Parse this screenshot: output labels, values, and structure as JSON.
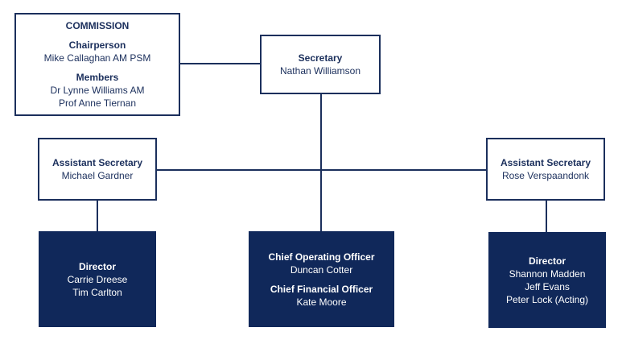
{
  "commission": {
    "heading": "COMMISSION",
    "chair_role": "Chairperson",
    "chair_name": "Mike Callaghan AM PSM",
    "members_role": "Members",
    "members": [
      "Dr Lynne Williams AM",
      "Prof Anne Tiernan"
    ]
  },
  "secretary": {
    "role": "Secretary",
    "name": "Nathan Williamson"
  },
  "assistant_secretary_left": {
    "role": "Assistant Secretary",
    "name": "Michael Gardner"
  },
  "assistant_secretary_right": {
    "role": "Assistant Secretary",
    "name": "Rose Verspaandonk"
  },
  "director_left": {
    "role": "Director",
    "names": [
      "Carrie Dreese",
      "Tim Carlton"
    ]
  },
  "director_center": {
    "coo_role": "Chief Operating Officer",
    "coo_name": "Duncan Cotter",
    "cfo_role": "Chief Financial Officer",
    "cfo_name": "Kate Moore"
  },
  "director_right": {
    "role": "Director",
    "names": [
      "Shannon Madden",
      "Jeff Evans",
      "Peter Lock (Acting)"
    ]
  },
  "colors": {
    "navy": "#10285a",
    "border": "#1b2f5c",
    "background": "#ffffff"
  }
}
